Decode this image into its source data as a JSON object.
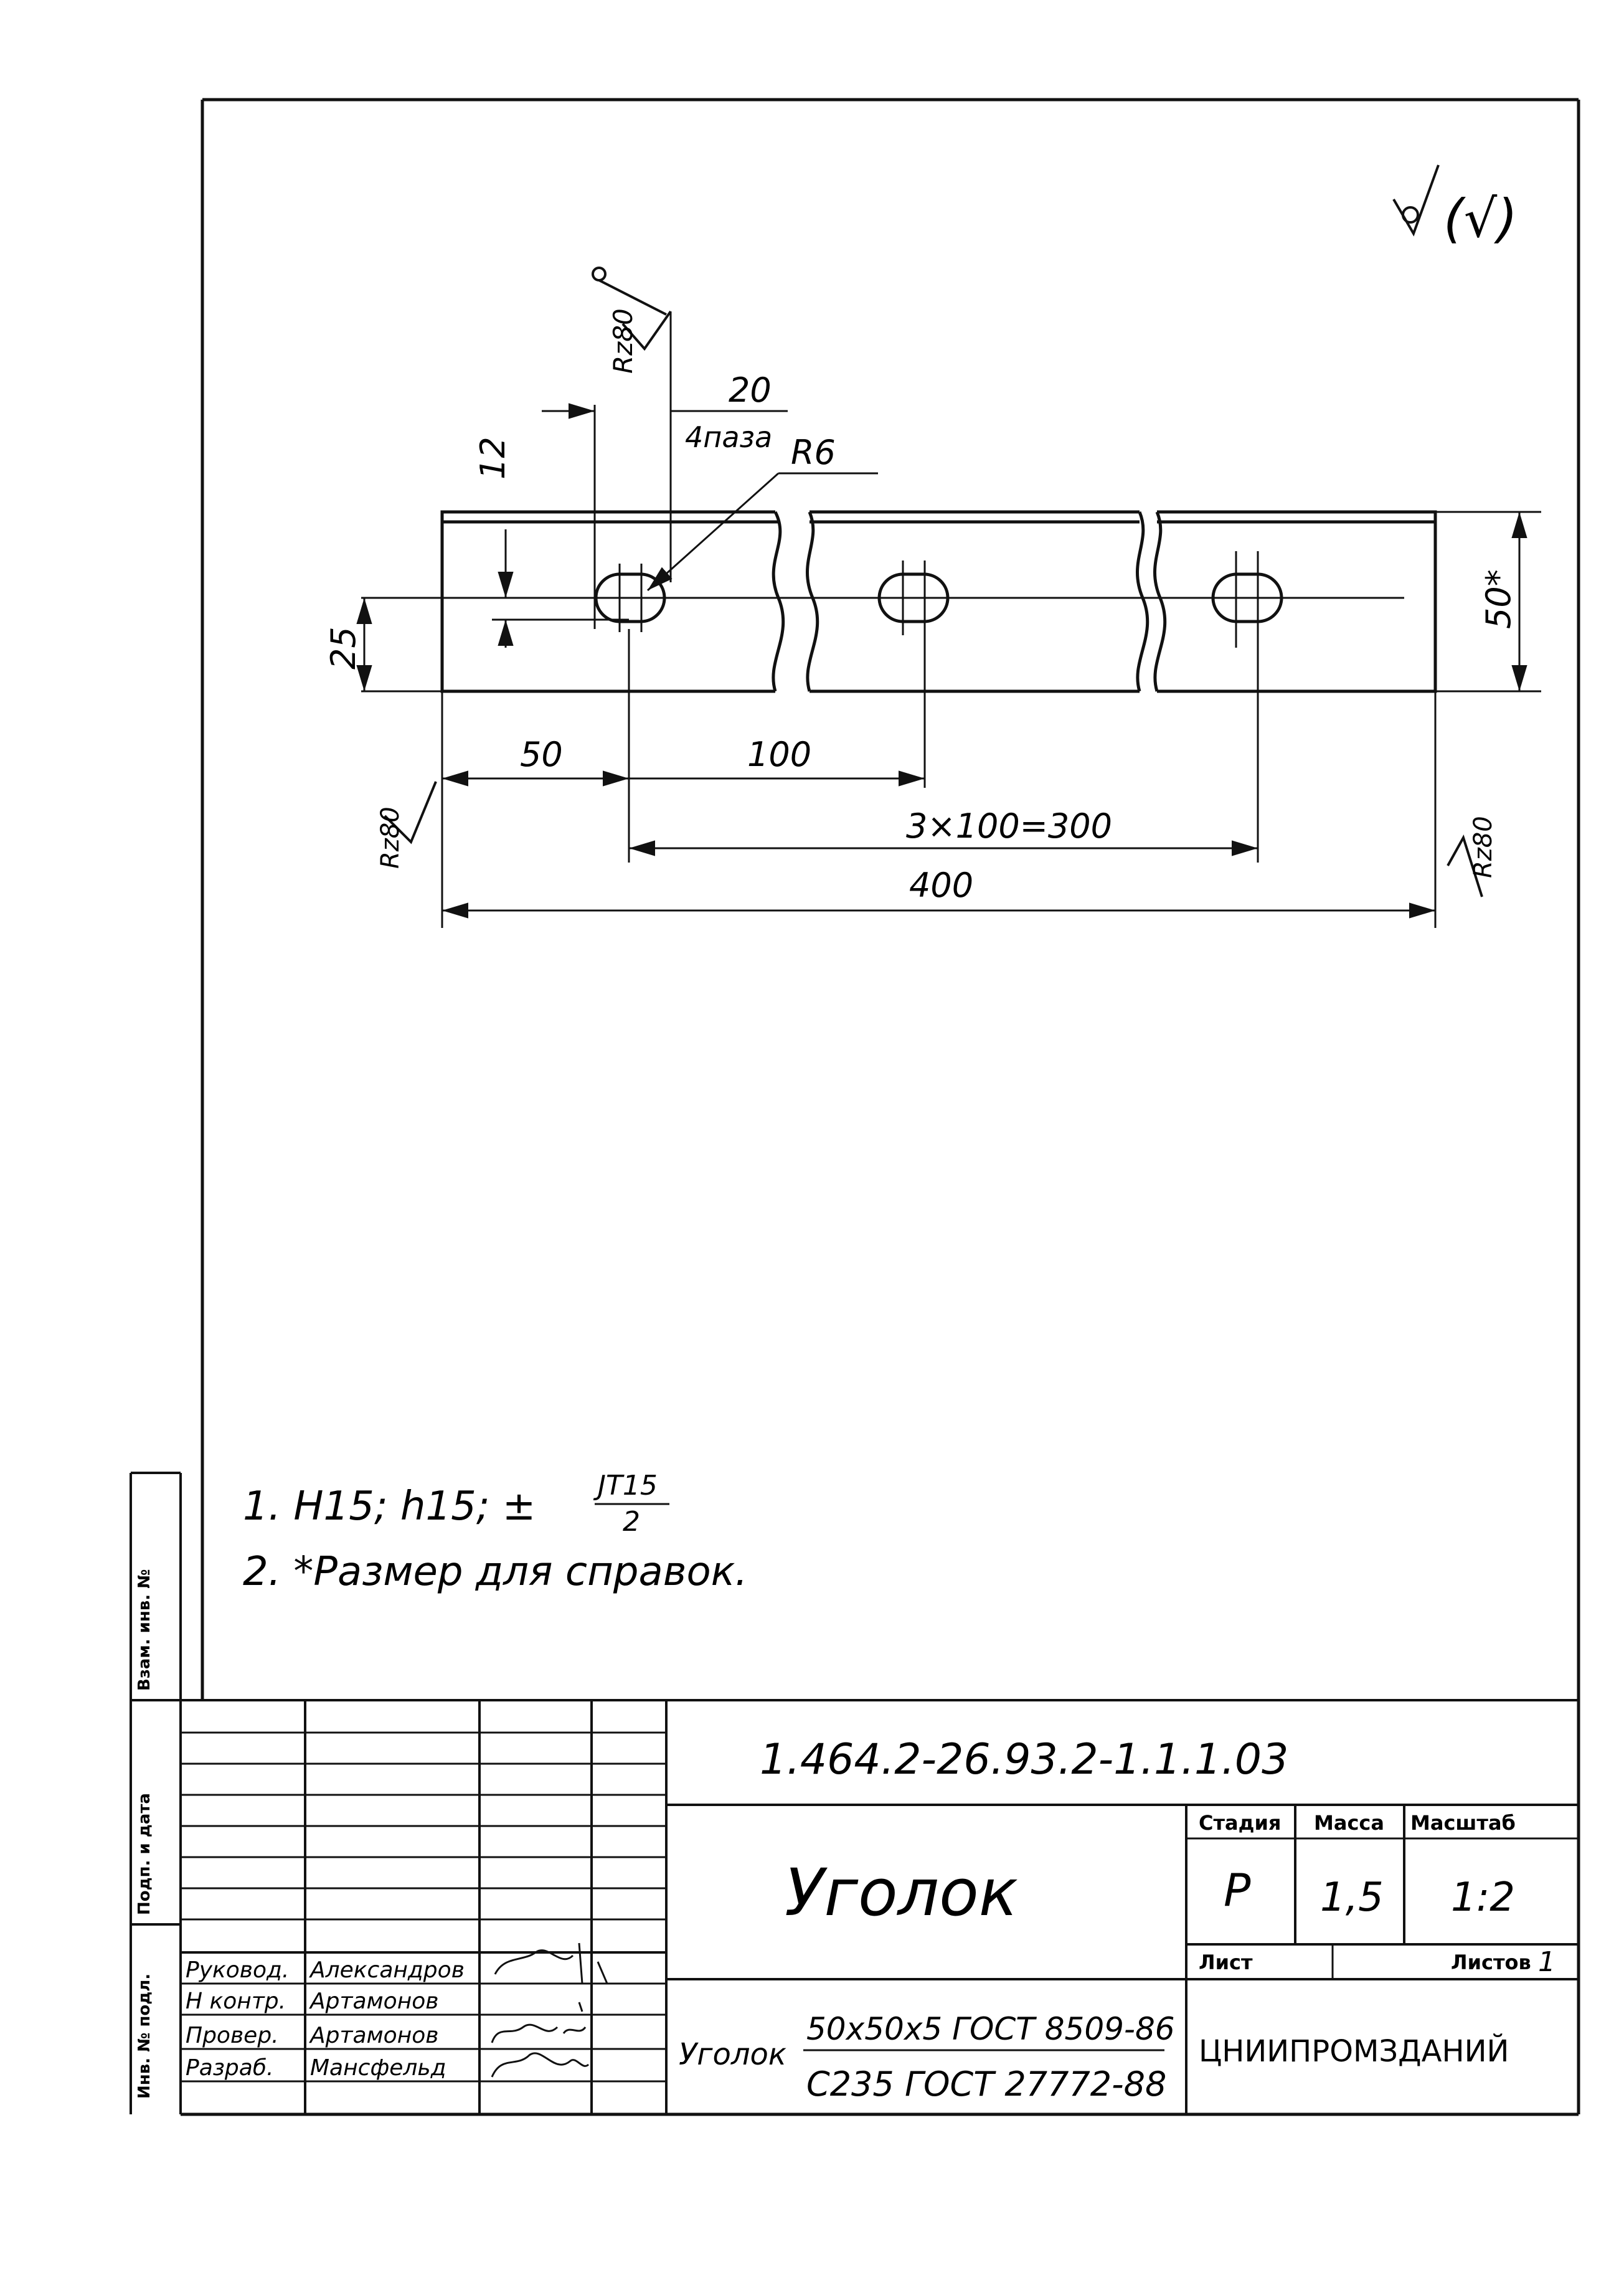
{
  "surface_marks": {
    "general_roughness_note": "(√)",
    "roughness_value": "Rz80"
  },
  "dimensions": {
    "slot_length": "20",
    "slot_count": "4паза",
    "slot_radius": "R6",
    "slot_offset": "12",
    "centerline_height": "25",
    "overall_height": "50*",
    "first_hole_offset": "50",
    "hole_pitch": "100",
    "pitch_total": "3×100=300",
    "overall_length": "400"
  },
  "notes": {
    "note1": "1. H15; h15; ± ",
    "note1_frac_num": "JT15",
    "note1_frac_den": "2",
    "note2": "2. *Размер для справок."
  },
  "side_stamp": {
    "col1": "Инв. № подл.",
    "col2": "Подп. и дата",
    "col3": "Взам. инв. №"
  },
  "title_block": {
    "doc_code": "1.464.2-26.93.2-1.1.1.03",
    "part_name": "Уголок",
    "stage_label": "Стадия",
    "mass_label": "Масса",
    "scale_label": "Масштаб",
    "stage_value": "Р",
    "mass_value": "1,5",
    "scale_value": "1:2",
    "sheet_label": "Лист",
    "sheets_label": "Листов",
    "sheets_value": "1",
    "material_prefix": "Уголок",
    "material_top": "50x50x5 ГОСТ 8509-86",
    "material_bottom": "С235 ГОСТ 27772-88",
    "organization": "ЦНИИПРОМЗДАНИЙ",
    "signatories": [
      {
        "role": "Руковод.",
        "name": "Александров"
      },
      {
        "role": "Н контр.",
        "name": "Артамонов"
      },
      {
        "role": "Провер.",
        "name": "Артамонов"
      },
      {
        "role": "Разраб.",
        "name": "Мансфельд"
      }
    ]
  }
}
